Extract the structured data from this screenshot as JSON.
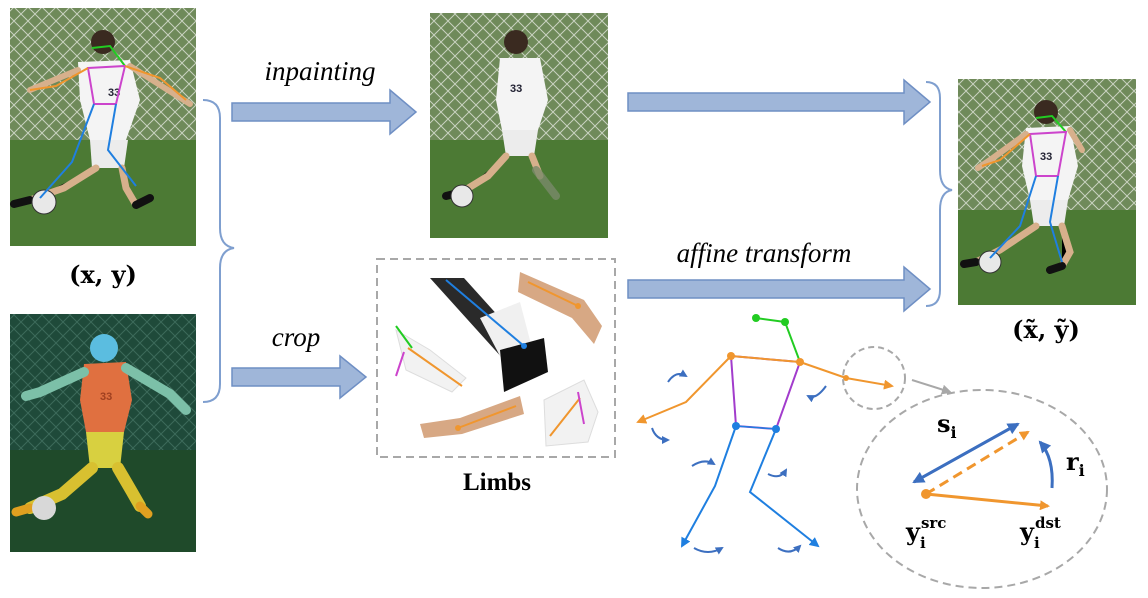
{
  "labels": {
    "inpainting": "inpainting",
    "affine": "affine transform",
    "crop": "crop",
    "limbs": "Limbs",
    "xy": "(x, y)",
    "xy_tilde": "(x̃, ỹ)"
  },
  "math": {
    "s": "s",
    "s_sub": "i",
    "r": "r",
    "r_sub": "i",
    "y_src": "y",
    "y_src_sub": "i",
    "y_src_sup": "src",
    "y_dst": "y",
    "y_dst_sub": "i",
    "y_dst_sup": "dst"
  },
  "colors": {
    "arrow_fill": "#9fb6d9",
    "arrow_stroke": "#6f8fc4",
    "orange": "#f0962e",
    "blue": "#1f7fe0",
    "dark_blue": "#3c6fc0",
    "purple": "#a23ccc",
    "green": "#22cc22",
    "dash_gray": "#a8a8a8",
    "field": "#4c7a34"
  },
  "icons": {
    "player_photo": "soccer-player-photo",
    "segmentation": "segmentation-mask-photo",
    "rotate": "rotation-arc-icon"
  }
}
